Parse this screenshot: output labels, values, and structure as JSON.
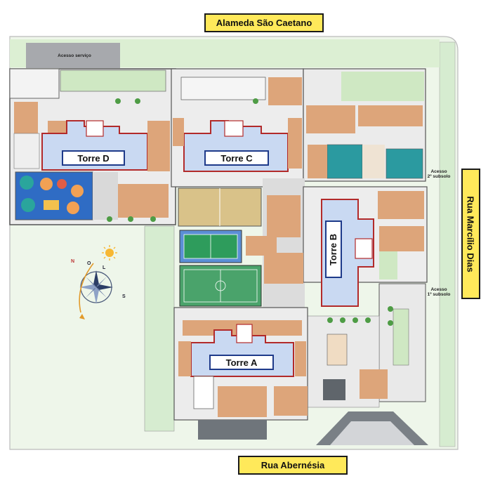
{
  "streets": {
    "north": "Alameda São Caetano",
    "east": "Rua Marcílio Dias",
    "south": "Rua Abernésia"
  },
  "towers": {
    "a": "Torre A",
    "b": "Torre B",
    "c": "Torre C",
    "d": "Torre D"
  },
  "access": {
    "service": "Acesso serviço",
    "sub2_line1": "Acesso",
    "sub2_line2": "2º subsolo",
    "sub1_line1": "Acesso",
    "sub1_line2": "1º subsolo"
  },
  "compass": {
    "n": "N",
    "o": "O",
    "l": "L",
    "s": "S"
  },
  "colors": {
    "street_label": "#ffe95a",
    "grass": "#dcefd3",
    "deck": "#dda57a",
    "building": "#c9d9f2",
    "building_outline": "#b22a2a",
    "tower_label_border": "#1e3a8a",
    "pool": "#2b9aa0",
    "court_blue": "#5b8fd6",
    "court_green": "#4aa36b",
    "sand_court": "#d9c289",
    "playground": "#2f6cc4"
  }
}
